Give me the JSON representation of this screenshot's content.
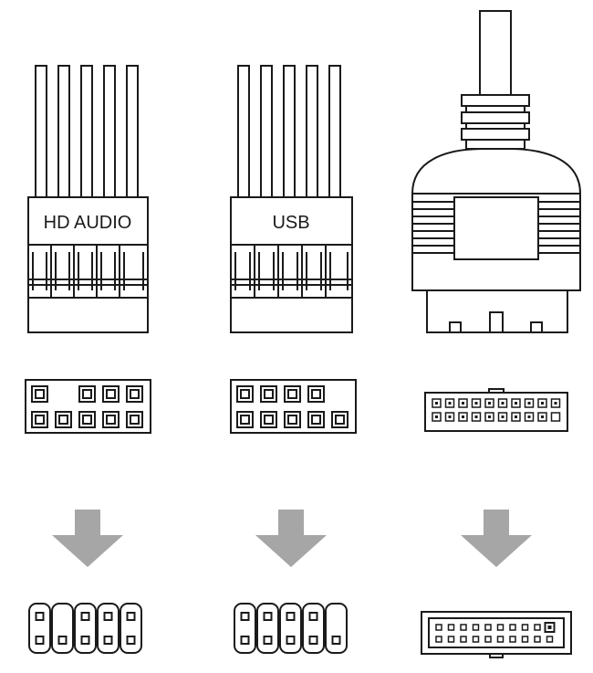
{
  "connectors": [
    {
      "id": "hd-audio",
      "label": "HD AUDIO"
    },
    {
      "id": "usb",
      "label": "USB"
    },
    {
      "id": "usb3",
      "label": ""
    }
  ],
  "colors": {
    "stroke": "#1a1a1a",
    "fill": "#ffffff",
    "arrow": "#a6a6a6"
  }
}
